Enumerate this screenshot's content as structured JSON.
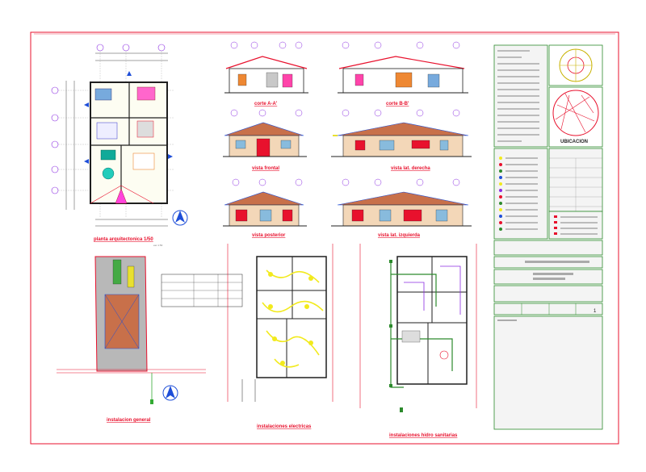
{
  "sheet": {
    "titles": {
      "planta": "planta arquitectonica 1/50",
      "corte_aa": "corte A-A'",
      "corte_bb": "corte B-B'",
      "vista_frontal": "vista frontal",
      "vista_lat_derecha": "vista lat. derecha",
      "vista_posterior": "vista posterior",
      "vista_lat_izquierda": "vista lat. izquierda",
      "inst_general": "instalacion general",
      "inst_electricas": "instalaciones electricas",
      "inst_hidro": "instalaciones hidro sanitarias"
    },
    "title_block": {
      "ubicacion": "UBICACION"
    },
    "colors": {
      "frame": "#e8112d",
      "border": "#2c8a2c",
      "wall": "#1f1f1f",
      "roof": "#c8704a",
      "electric": "#f2ea1d"
    }
  }
}
